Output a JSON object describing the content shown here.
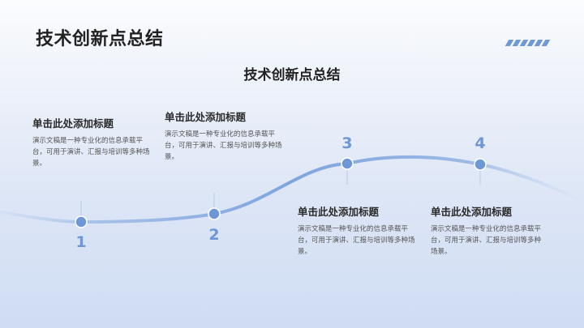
{
  "header": {
    "title": "技术创新点总结",
    "decor_icon": "diagonal-stripes-icon"
  },
  "subtitle": "技术创新点总结",
  "colors": {
    "accent": "#6e97d6",
    "curve": "#7fa4de",
    "text_dark": "#222222",
    "text_body": "#555555"
  },
  "timeline": {
    "points": [
      {
        "number": "1",
        "title": "单击此处添加标题",
        "desc": "演示文稿是一种专业化的信息承载平台，可用于演讲、汇报与培训等多种场景。"
      },
      {
        "number": "2",
        "title": "单击此处添加标题",
        "desc": "演示文稿是一种专业化的信息承载平台，可用于演讲、汇报与培训等多种场景。"
      },
      {
        "number": "3",
        "title": "单击此处添加标题",
        "desc": "演示文稿是一种专业化的信息承载平台，可用于演讲、汇报与培训等多种场景。"
      },
      {
        "number": "4",
        "title": "单击此处添加标题",
        "desc": "演示文稿是一种专业化的信息承载平台，可用于演讲、汇报与培训等多种场景。"
      }
    ]
  }
}
